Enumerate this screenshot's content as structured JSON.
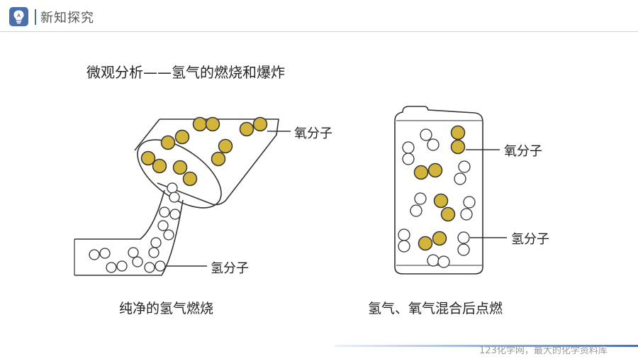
{
  "header": {
    "title": "新知探究",
    "icon": "lightbulb-icon",
    "accent": "#4b6fae"
  },
  "main": {
    "title": "微观分析——氢气的燃烧和爆炸"
  },
  "left_figure": {
    "label_oxygen": "氧分子",
    "label_hydrogen": "氢分子",
    "caption": "纯净的氢气燃烧"
  },
  "right_figure": {
    "label_oxygen": "氧分子",
    "label_hydrogen": "氢分子",
    "caption": "氢气、氧气混合后点燃"
  },
  "colors": {
    "oxygen": "#d4b53c",
    "hydrogen": "#ffffff",
    "outline": "#333333"
  },
  "footer": {
    "watermark": "123化学网，最大的化学资料库"
  }
}
